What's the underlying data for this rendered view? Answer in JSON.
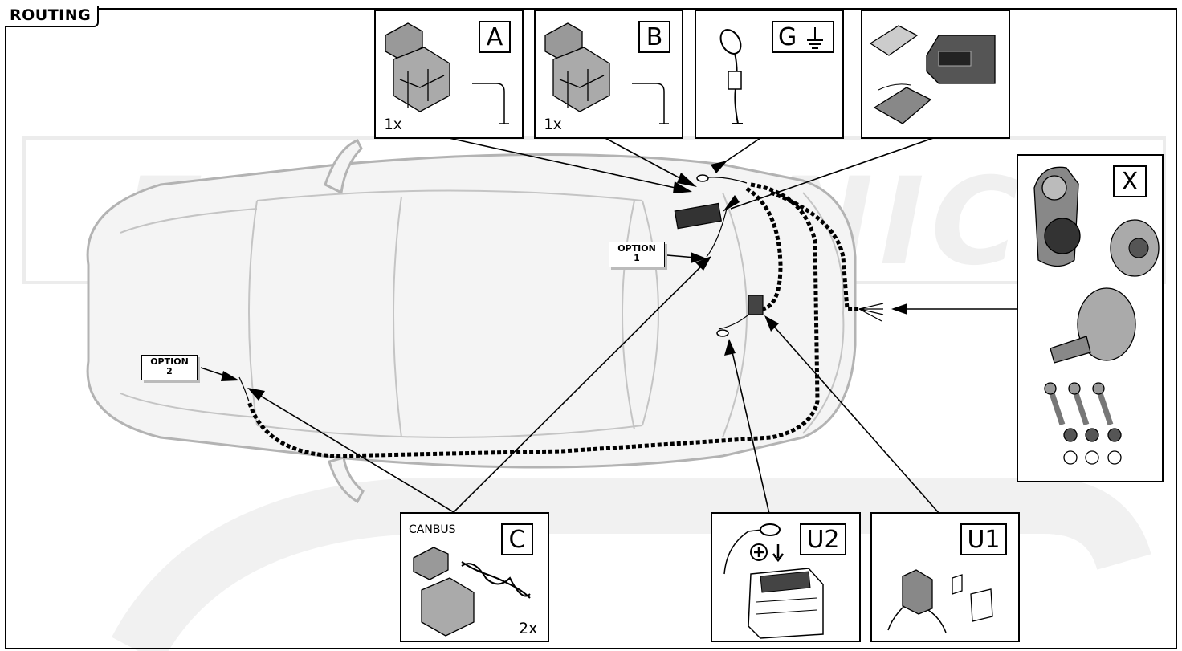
{
  "title": "ROUTING",
  "watermark": "ELECTRONICS",
  "panels": {
    "A": {
      "letter": "A",
      "qty": "1x"
    },
    "B": {
      "letter": "B",
      "qty": "1x"
    },
    "G": {
      "letter": "G"
    },
    "X": {
      "letter": "X"
    },
    "C": {
      "letter": "C",
      "label": "CANBUS",
      "qty": "2x"
    },
    "U2": {
      "letter": "U2"
    },
    "U1": {
      "letter": "U1"
    }
  },
  "options": {
    "option1": {
      "line1": "OPTION",
      "line2": "1"
    },
    "option2": {
      "line1": "OPTION",
      "line2": "2"
    }
  },
  "colors": {
    "line": "#000000",
    "car_outline": "#b3b3b3",
    "car_fill": "#f4f4f4",
    "watermark": "#f0f0f0"
  }
}
